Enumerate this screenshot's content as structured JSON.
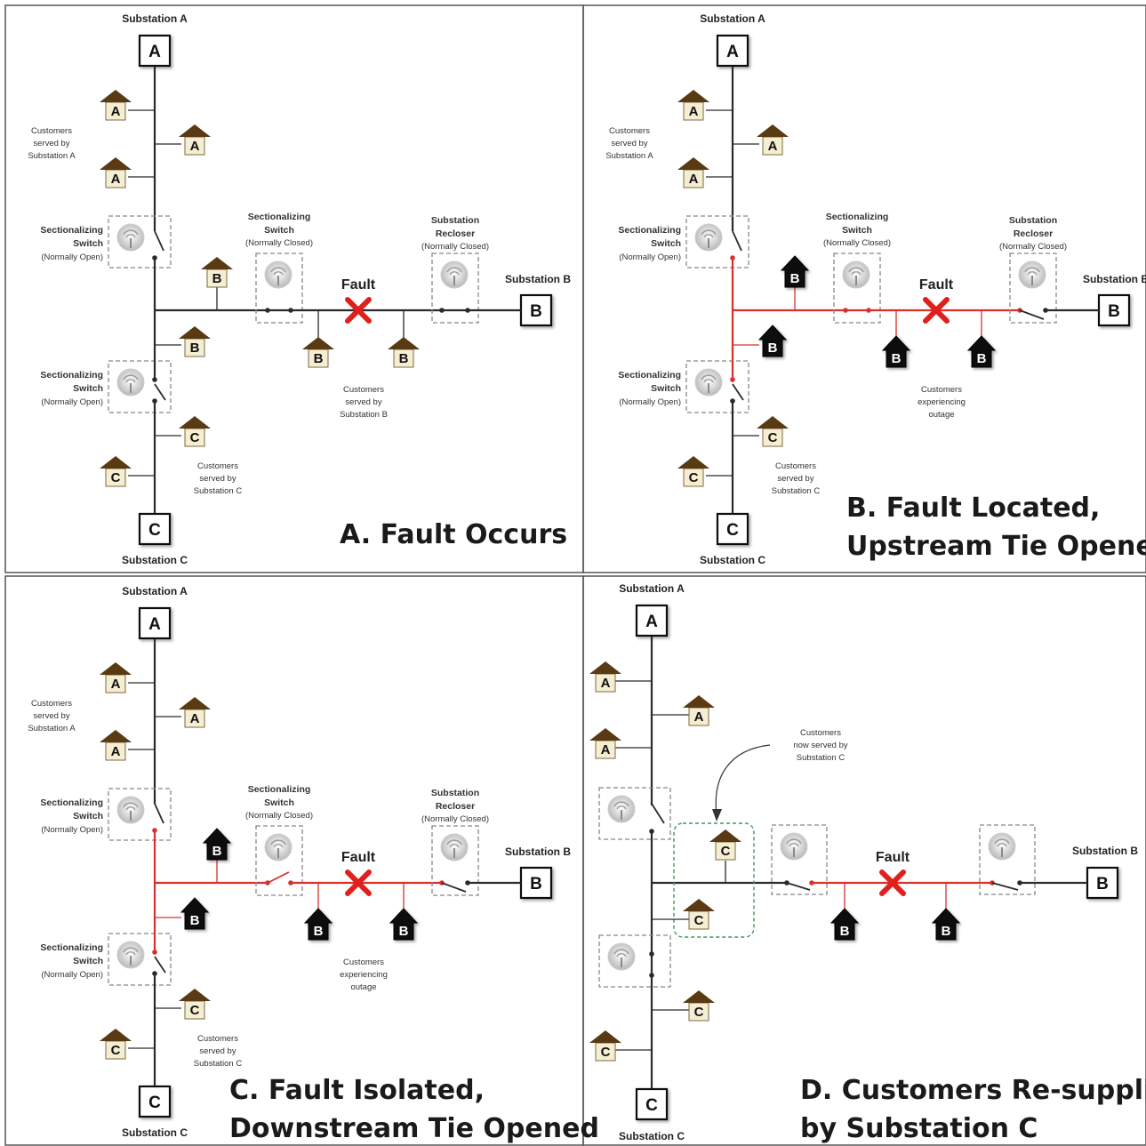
{
  "colors": {
    "line_black": "#2a2a2a",
    "line_red": "#d9302c",
    "fault_red": "#e0201c",
    "house_roof": "#5a3a12",
    "house_body": "#f6eed2",
    "house_black": "#111111",
    "dashed_box": "#888888",
    "green_box": "#3a9a5a"
  },
  "icons": {
    "house": "house-icon",
    "switch": "wireless-switch-icon",
    "fault": "fault-x-icon"
  },
  "labels": {
    "substation_a": "Substation A",
    "substation_b": "Substation B",
    "substation_c": "Substation C",
    "letter_a": "A",
    "letter_b": "B",
    "letter_c": "C",
    "fault": "Fault",
    "sect_switch_line1": "Sectionalizing",
    "sect_switch_line2": "Switch",
    "normally_open": "(Normally  Open)",
    "normally_closed": "(Normally  Closed)",
    "recloser_line1": "Substation",
    "recloser_line2": "Recloser",
    "cust_a_1": "Customers",
    "cust_a_2": "served by",
    "cust_a_3": "Substation A",
    "cust_b_1": "Customers",
    "cust_b_2": "served by",
    "cust_b_3": "Substation B",
    "cust_c_1": "Customers",
    "cust_c_2": "served by",
    "cust_c_3": "Substation C",
    "outage_1": "Customers",
    "outage_2": "experiencing",
    "outage_3": "outage",
    "now_c_1": "Customers",
    "now_c_2": "now served by",
    "now_c_3": "Substation C"
  },
  "panels": [
    {
      "id": "A",
      "caption_1": "A. Fault Occurs",
      "caption_2": ""
    },
    {
      "id": "B",
      "caption_1": "B. Fault Located,",
      "caption_2": "Upstream Tie Opened"
    },
    {
      "id": "C",
      "caption_1": "C. Fault Isolated,",
      "caption_2": "Downstream Tie Opened"
    },
    {
      "id": "D",
      "caption_1": "D. Customers Re-supplied",
      "caption_2": "by Substation C"
    }
  ]
}
